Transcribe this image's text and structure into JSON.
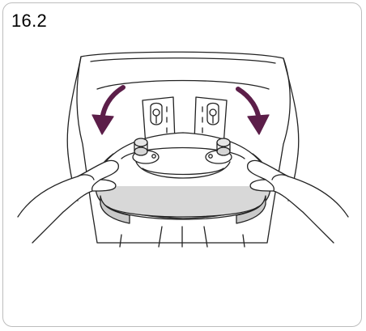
{
  "step_label": "16.2",
  "colors": {
    "accent": "#5c1e49",
    "line": "#222222",
    "frame": "#bdbdbd",
    "seat_shade": "#dcdcdc",
    "seat_shade_dark": "#c9c9c9"
  },
  "illustration": {
    "description_icons": [
      "seat-back",
      "mounting-plate-left",
      "mounting-plate-right",
      "tray-base",
      "knob-left",
      "knob-right",
      "hand-left",
      "hand-right",
      "arrow-left",
      "arrow-right"
    ]
  }
}
